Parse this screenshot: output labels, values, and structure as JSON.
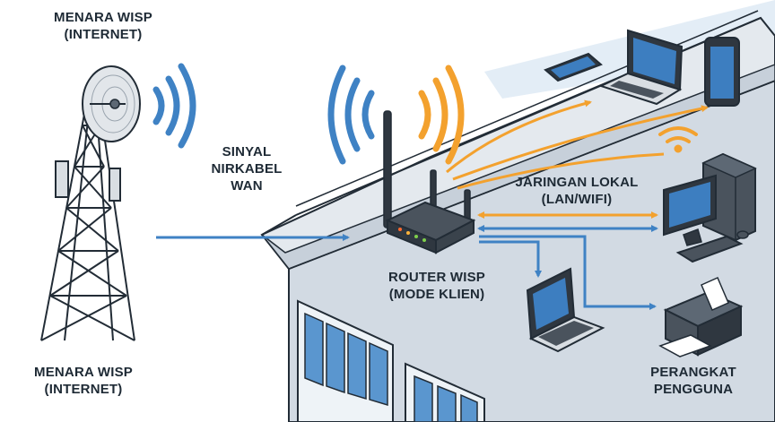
{
  "labels": {
    "tower_top": [
      "MENARA WISP",
      "(INTERNET)"
    ],
    "tower_bottom": [
      "MENARA WISP",
      "(INTERNET)"
    ],
    "wan_signal": [
      "SINYAL",
      "NIRKABEL",
      "WAN"
    ],
    "lan_network": [
      "JARINGAN LOKAL",
      "(LAN/WIFI)"
    ],
    "router": [
      "ROUTER WISP",
      "(MODE KLIEN)"
    ],
    "user_devices": [
      "PERANGKAT",
      "PENGGUNA"
    ]
  },
  "colors": {
    "blue": "#3f82c4",
    "orange": "#f3a12e",
    "outline": "#222c36",
    "wall": "#d2dae3",
    "roof": "#e4e9ee",
    "sky": "#e3edf6",
    "screen": "#3d7ec0"
  },
  "icons": [
    "cell-tower-icon",
    "satellite-dish-icon",
    "wifi-signal-icon",
    "router-icon",
    "smartphone-icon",
    "laptop-icon",
    "tablet-icon",
    "desktop-pc-icon",
    "printer-icon"
  ]
}
